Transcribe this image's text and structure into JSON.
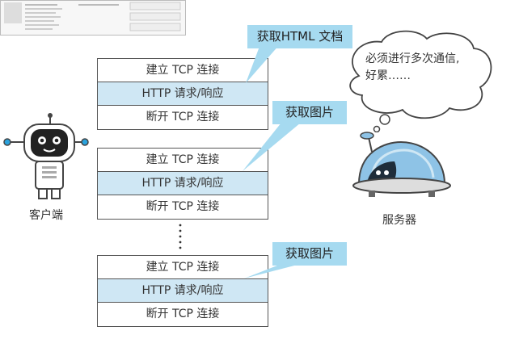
{
  "stacks": [
    {
      "rows": [
        "建立 TCP 连接",
        "HTTP 请求/响应",
        "断开 TCP 连接"
      ],
      "callout": "获取HTML 文档"
    },
    {
      "rows": [
        "建立 TCP 连接",
        "HTTP 请求/响应",
        "断开 TCP 连接"
      ],
      "callout": "获取图片"
    },
    {
      "rows": [
        "建立 TCP 连接",
        "HTTP 请求/响应",
        "断开 TCP 连接"
      ],
      "callout": "获取图片"
    }
  ],
  "client_label": "客户端",
  "server_label": "服务器",
  "thought_bubble": [
    "必须进行多次通信,",
    "好累……"
  ],
  "colors": {
    "highlight_row": "#cfe7f4",
    "callout": "#a6daf0",
    "server_dome": "#8ec3e6",
    "robot_eye": "#2aa3de"
  }
}
